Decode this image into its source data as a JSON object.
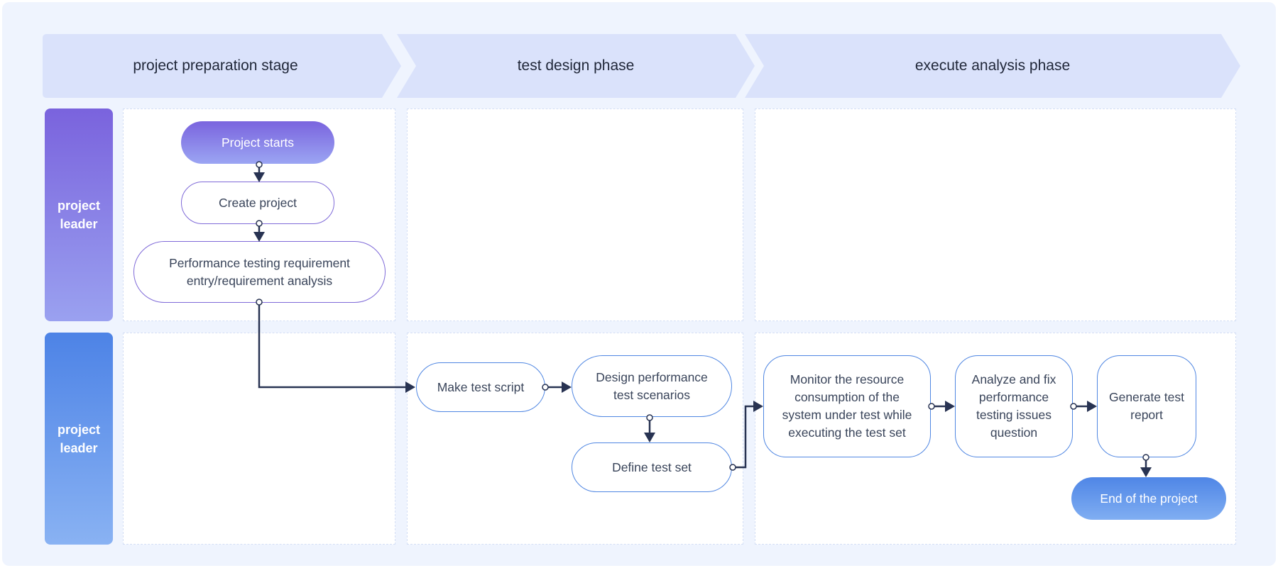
{
  "phases": [
    {
      "label": "project preparation stage"
    },
    {
      "label": "test design phase"
    },
    {
      "label": "execute analysis phase"
    }
  ],
  "roles": [
    {
      "label": "project leader"
    },
    {
      "label": "project leader"
    }
  ],
  "nodes": {
    "project_starts": "Project starts",
    "create_project": "Create project",
    "requirement_analysis": "Performance testing requirement entry/requirement analysis",
    "make_test_script": "Make test script",
    "design_scenarios": "Design performance test scenarios",
    "define_test_set": "Define test set",
    "monitor_resources": "Monitor the resource consumption of the system under test while executing the test set",
    "analyze_fix": "Analyze and fix performance testing issues question",
    "generate_report": "Generate test report",
    "end_project": "End of the project"
  },
  "colors": {
    "phase_fill": "#dae2fb",
    "leader_purple": "#7a63dd",
    "leader_blue": "#4d83e6",
    "connector": "#283352"
  }
}
